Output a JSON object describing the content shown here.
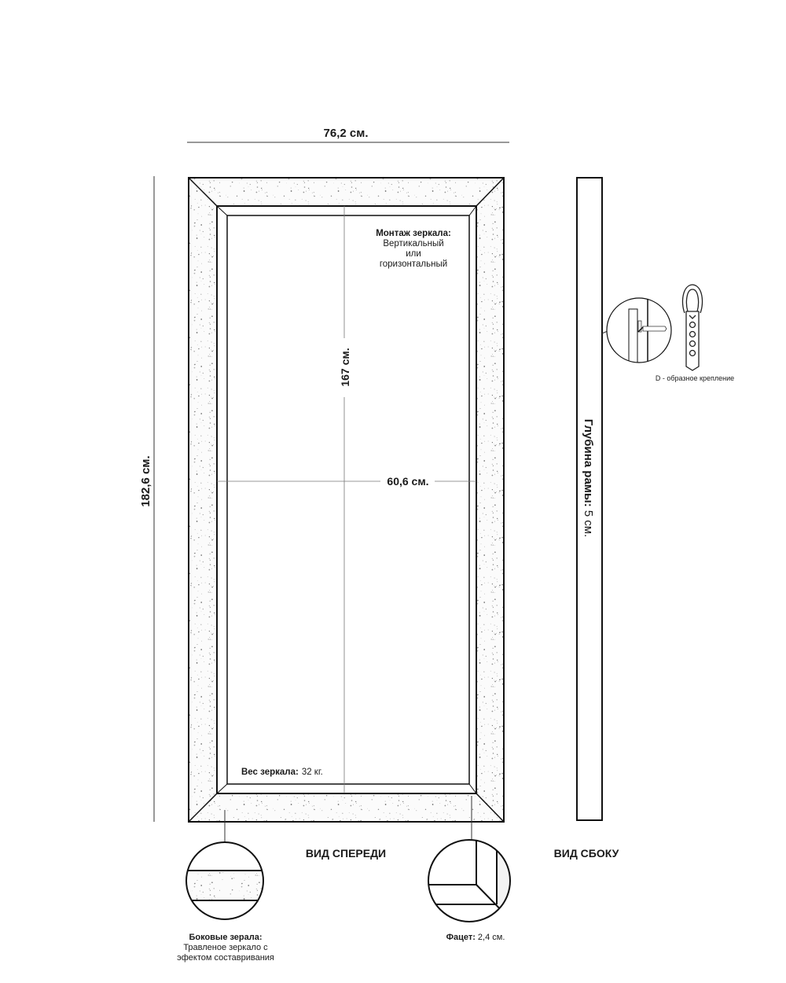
{
  "dimensions": {
    "total_width": "76,2 см.",
    "total_height": "182,6 см.",
    "mirror_height": "167 см.",
    "mirror_width": "60,6 см."
  },
  "mounting": {
    "title": "Монтаж зеркала:",
    "line1": "Вертикальный",
    "line2": "или",
    "line3": "горизонтальный"
  },
  "weight": {
    "label": "Вес зеркала:",
    "value": "32 кг."
  },
  "side_depth": {
    "label": "Глубина рамы:",
    "value": "5 см."
  },
  "hanger_caption": "D - образное крепление",
  "views": {
    "front": "ВИД СПЕРЕДИ",
    "side": "ВИД СБОКУ"
  },
  "side_mirrors": {
    "label": "Боковые зерала:",
    "line1": "Травленое зеркало с",
    "line2": "эфектом составривания"
  },
  "facet": {
    "label": "Фацет:",
    "value": "2,4 см."
  }
}
